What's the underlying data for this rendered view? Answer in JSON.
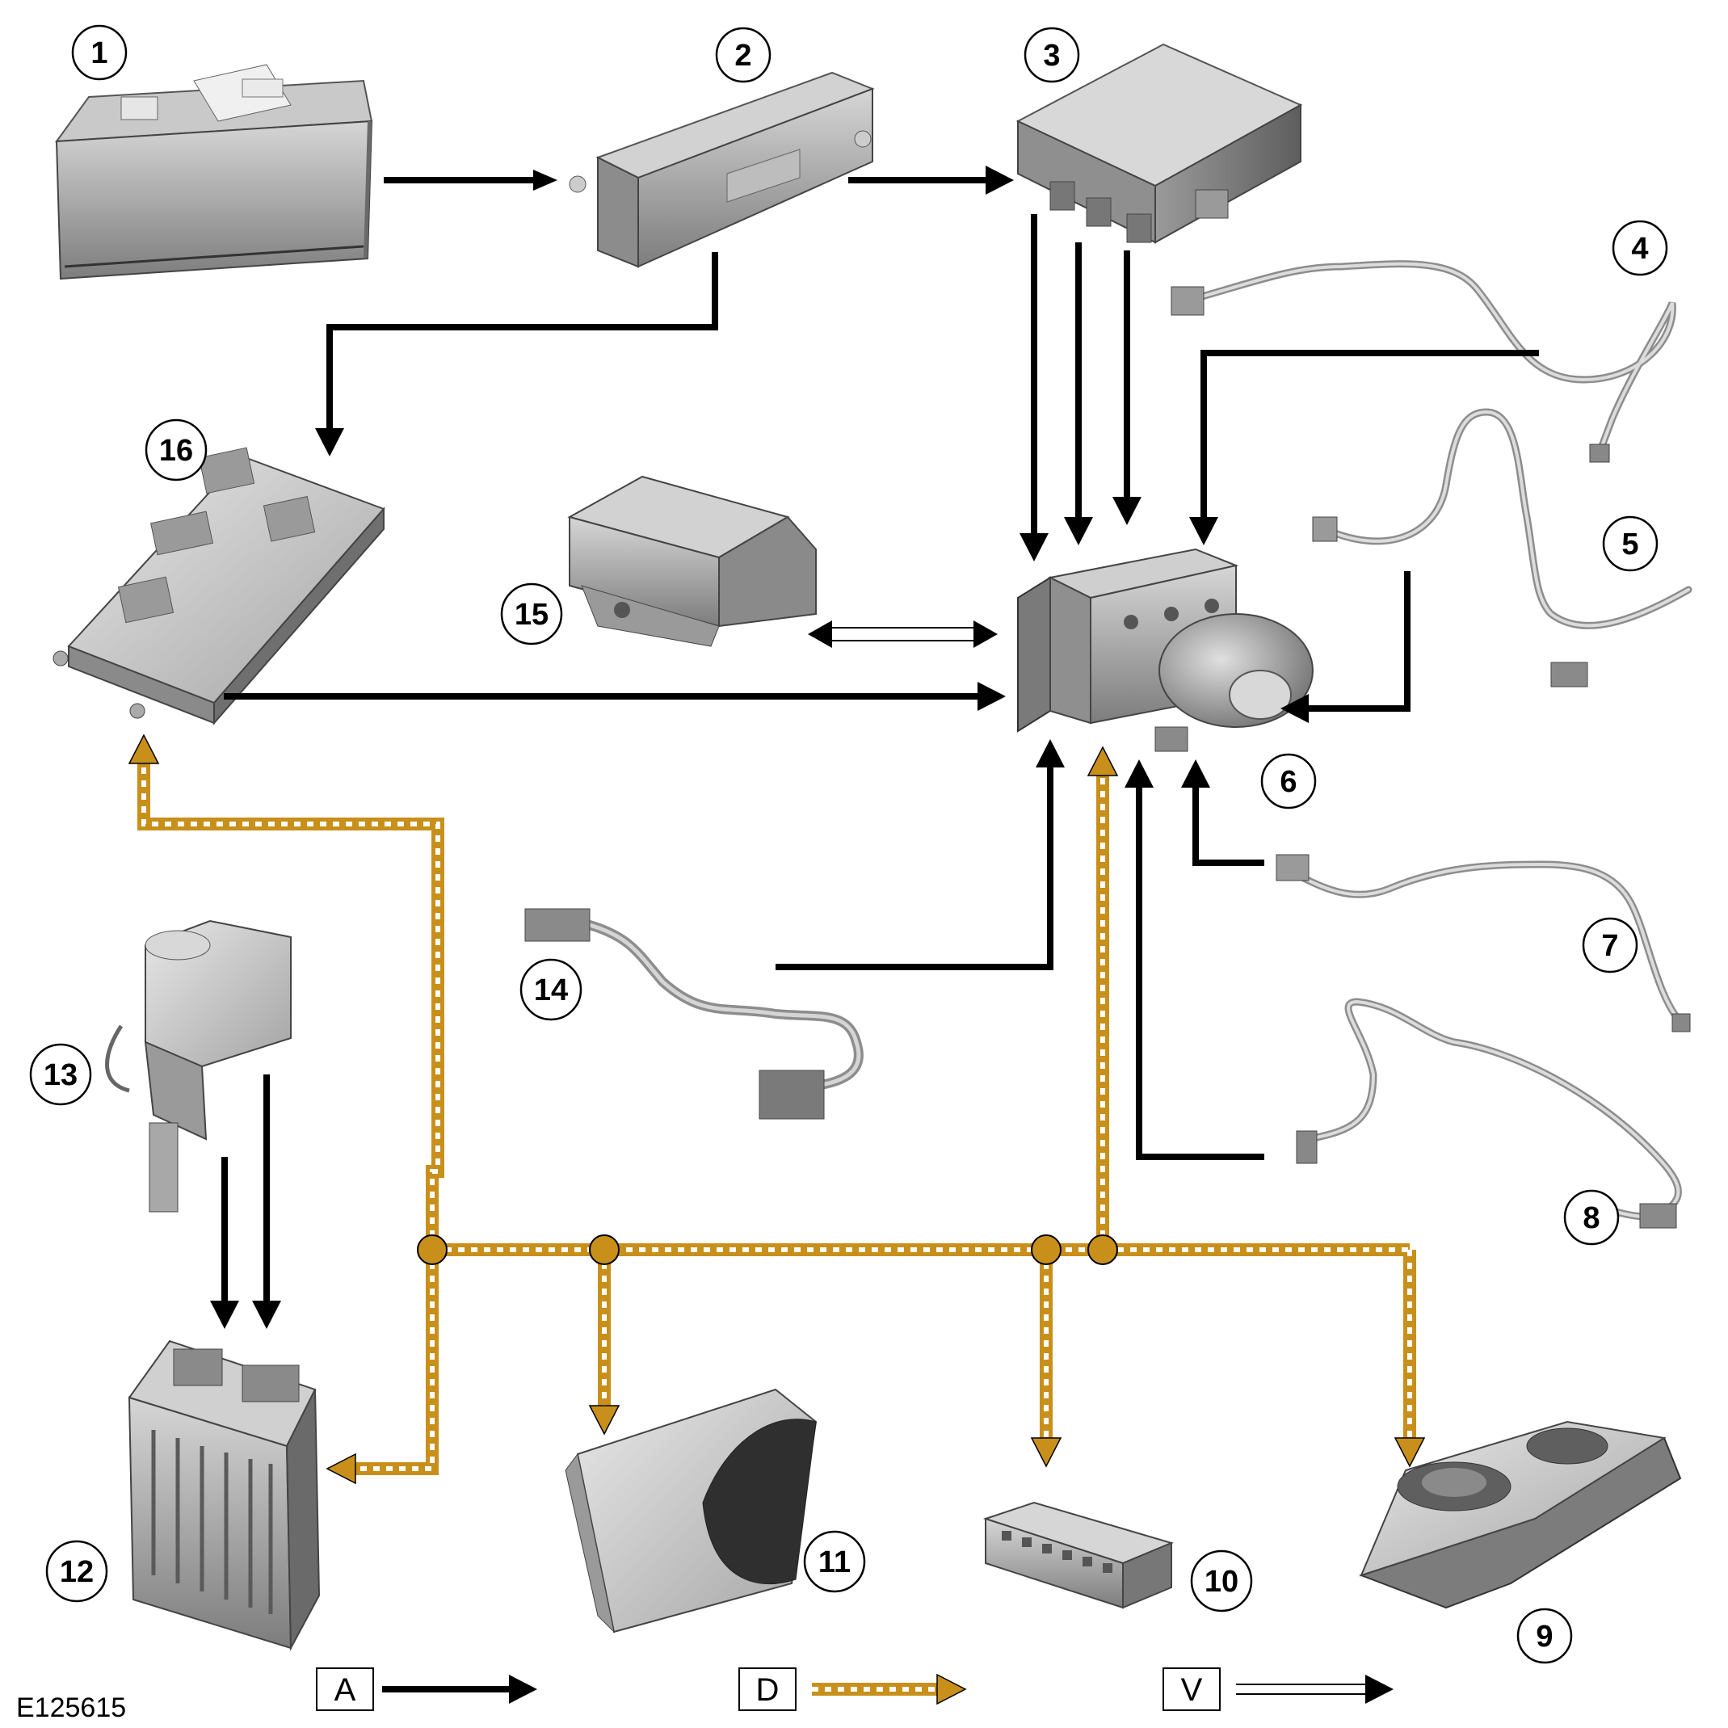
{
  "figure_id": "E125615",
  "colors": {
    "can_bus": "#c8901a",
    "hardwired": "#000000",
    "component_fill": "#b8b8b8",
    "component_dark": "#8a8a8a"
  },
  "callouts": {
    "c1": "1",
    "c2": "2",
    "c3": "3",
    "c4": "4",
    "c5": "5",
    "c6": "6",
    "c7": "7",
    "c8": "8",
    "c9": "9",
    "c10": "10",
    "c11": "11",
    "c12": "12",
    "c13": "13",
    "c14": "14",
    "c15": "15",
    "c16": "16"
  },
  "legend": {
    "a": "A",
    "d": "D",
    "v": "V"
  }
}
